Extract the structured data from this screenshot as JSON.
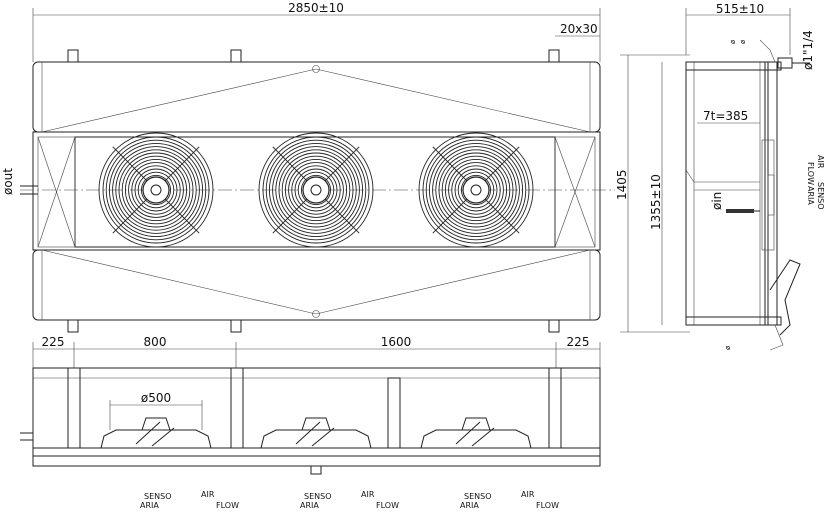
{
  "dimensions": {
    "overall_length": "2850±10",
    "bracket": "20x30",
    "outlet": "øout",
    "depth": "515±10",
    "conn": "ø1\"1/4",
    "tube": "7t=385",
    "inlet": "øin",
    "overall_height": "1405",
    "height_inner": "1355±10",
    "left_edge": "225",
    "spacing": "800",
    "spacing2": "1600",
    "right_edge": "225",
    "fan_dia": "ø500"
  },
  "labels": {
    "sensor_line1": "SENSO",
    "sensor_line2": "ARIA",
    "air_line1": "AIR",
    "air_line2": "FLOW"
  },
  "fans": {
    "count": 3
  }
}
